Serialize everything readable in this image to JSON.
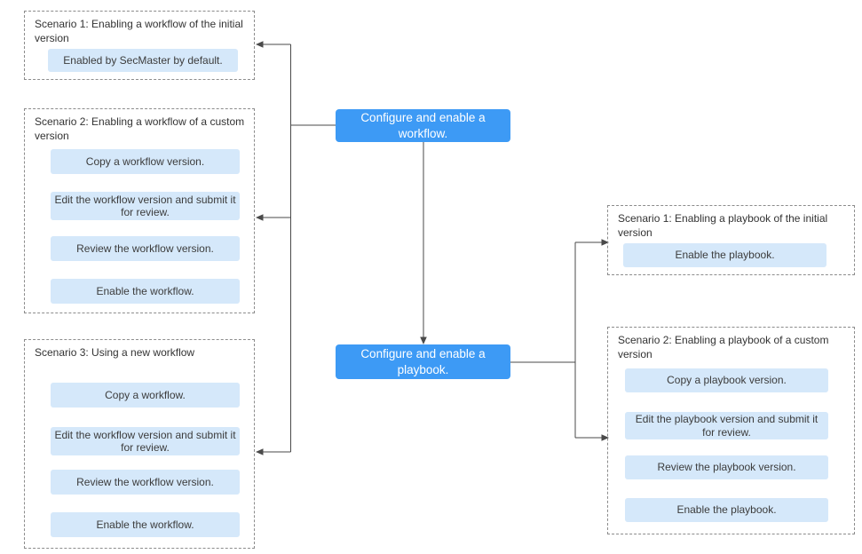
{
  "workflow_scenarios": [
    {
      "title": "Scenario 1: Enabling a workflow of the initial version",
      "steps": [
        "Enabled by SecMaster by default."
      ]
    },
    {
      "title": "Scenario 2: Enabling a workflow of a custom version",
      "steps": [
        "Copy a workflow version.",
        "Edit the workflow version and submit it for review.",
        "Review the workflow version.",
        "Enable the workflow."
      ]
    },
    {
      "title": "Scenario 3: Using a new workflow",
      "steps": [
        "Copy a workflow.",
        "Edit the workflow version and submit it for review.",
        "Review the workflow version.",
        "Enable the workflow."
      ]
    }
  ],
  "main_flow": [
    {
      "label": "Configure and enable a workflow."
    },
    {
      "label": "Configure and enable a playbook."
    }
  ],
  "playbook_scenarios": [
    {
      "title": "Scenario 1: Enabling a playbook of the initial version",
      "steps": [
        "Enable the playbook."
      ]
    },
    {
      "title": "Scenario 2: Enabling a playbook of a custom version",
      "steps": [
        "Copy a playbook version.",
        "Edit the playbook version and submit it for review.",
        "Review the playbook version.",
        "Enable the playbook."
      ]
    }
  ],
  "colors": {
    "primary_node_bg": "#3D9AF5",
    "primary_node_text": "#FFFFFF",
    "step_bg": "#D5E8FA",
    "step_text": "#3C3C3C",
    "scenario_border": "#8C8C8C",
    "scenario_title": "#333333",
    "connector": "#4A4A4A",
    "canvas_bg": "#FFFFFF"
  }
}
